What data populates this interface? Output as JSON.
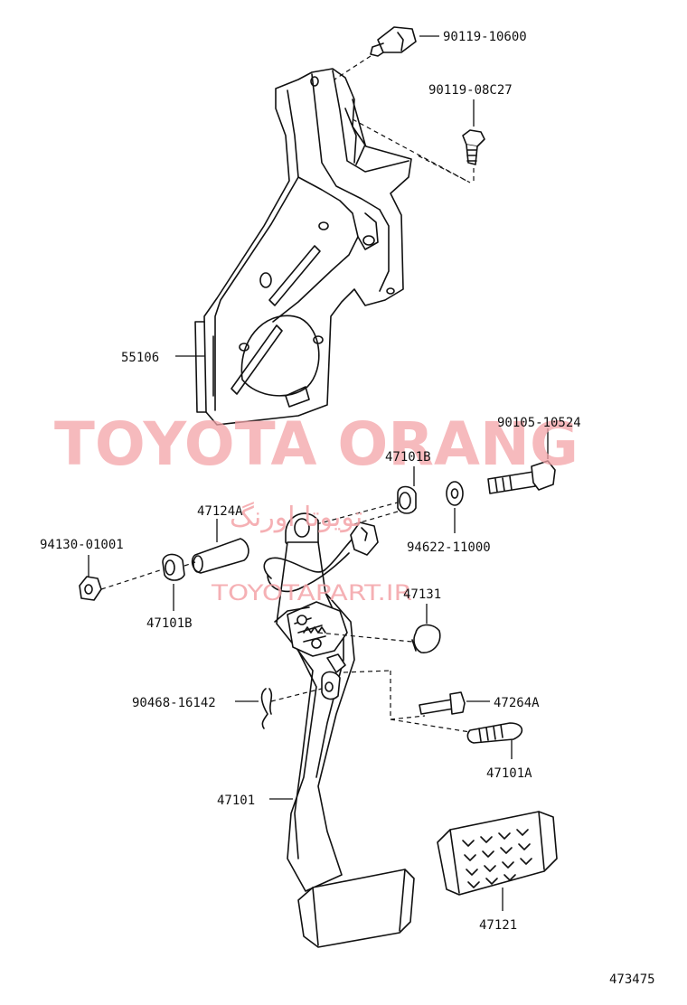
{
  "watermark": {
    "main": "TOYOTA ORANG",
    "arabic": "تويوتا اورنگ",
    "site": "TOYOTAPART.IR",
    "color": "#f4a3a8"
  },
  "diagram_id": "473475",
  "parts": {
    "bolt_top": "90119-10600",
    "bolt_small": "90119-08C27",
    "bracket": "55106",
    "bolt_long": "90105-10524",
    "bushing_b_right": "47101B",
    "collar": "47124A",
    "washer": "94622-11000",
    "nut": "94130-01001",
    "bushing_b_left": "47101B",
    "stop_cushion": "47131",
    "clip": "90468-16142",
    "pin": "47264A",
    "spring": "47101A",
    "pedal_arm": "47101",
    "pedal_pad": "47121"
  }
}
